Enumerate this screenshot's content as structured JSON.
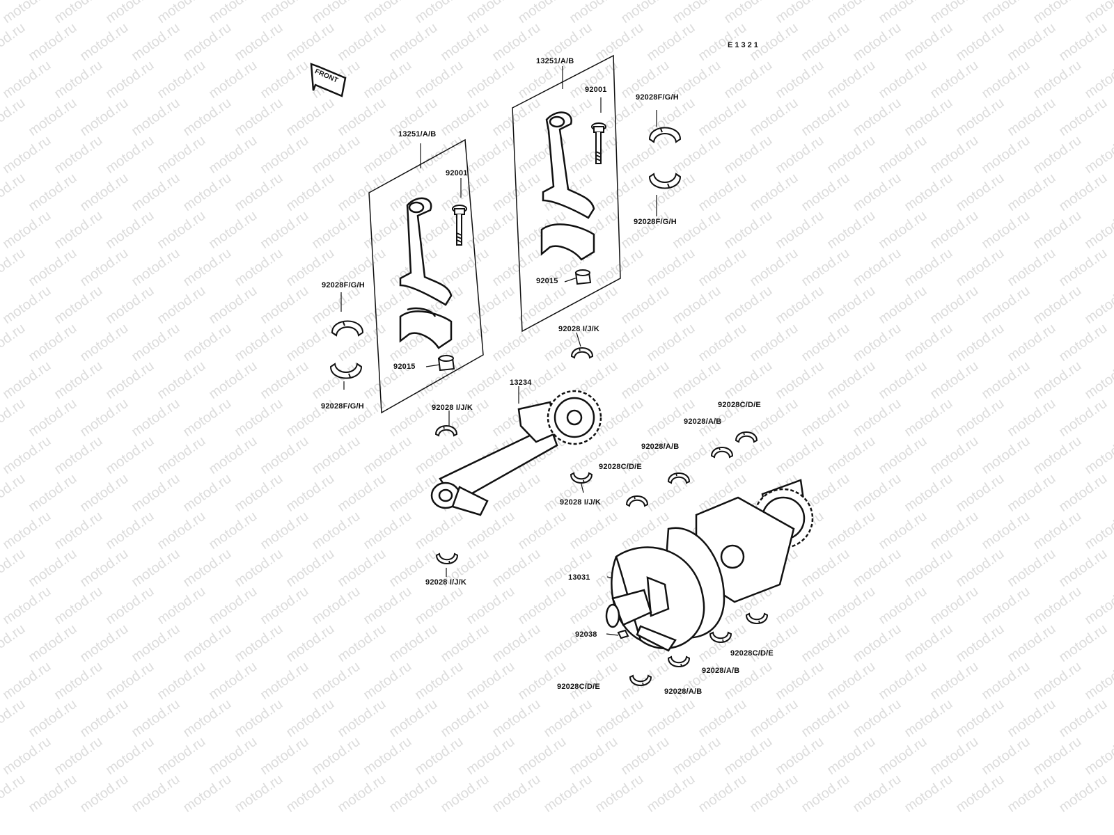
{
  "watermark": "motod.ru",
  "diagram_id": "E1321",
  "front_label": "FRONT",
  "labels": {
    "rod_assy_left": "13251/A/B",
    "rod_assy_right": "13251/A/B",
    "bolt_left": "92001",
    "bolt_right": "92001",
    "nut_left": "92015",
    "nut_right": "92015",
    "bearing_fgh_left_top": "92028F/G/H",
    "bearing_fgh_left_bottom": "92028F/G/H",
    "bearing_fgh_right_top": "92028F/G/H",
    "bearing_fgh_right_bottom": "92028F/G/H",
    "balancer_shaft": "13234",
    "bearing_ijk_top": "92028 I/J/K",
    "bearing_ijk_left": "92028 I/J/K",
    "bearing_ijk_mid": "92028 I/J/K",
    "bearing_ijk_bottom": "92028 I/J/K",
    "bearing_cde_1": "92028C/D/E",
    "bearing_ab_1": "92028/A/B",
    "bearing_ab_2": "92028/A/B",
    "bearing_cde_2": "92028C/D/E",
    "crankshaft": "13031",
    "key": "92038",
    "bearing_cde_3": "92028C/D/E",
    "bearing_ab_3": "92028/A/B",
    "bearing_ab_4": "92028/A/B",
    "bearing_cde_4": "92028C/D/E"
  }
}
